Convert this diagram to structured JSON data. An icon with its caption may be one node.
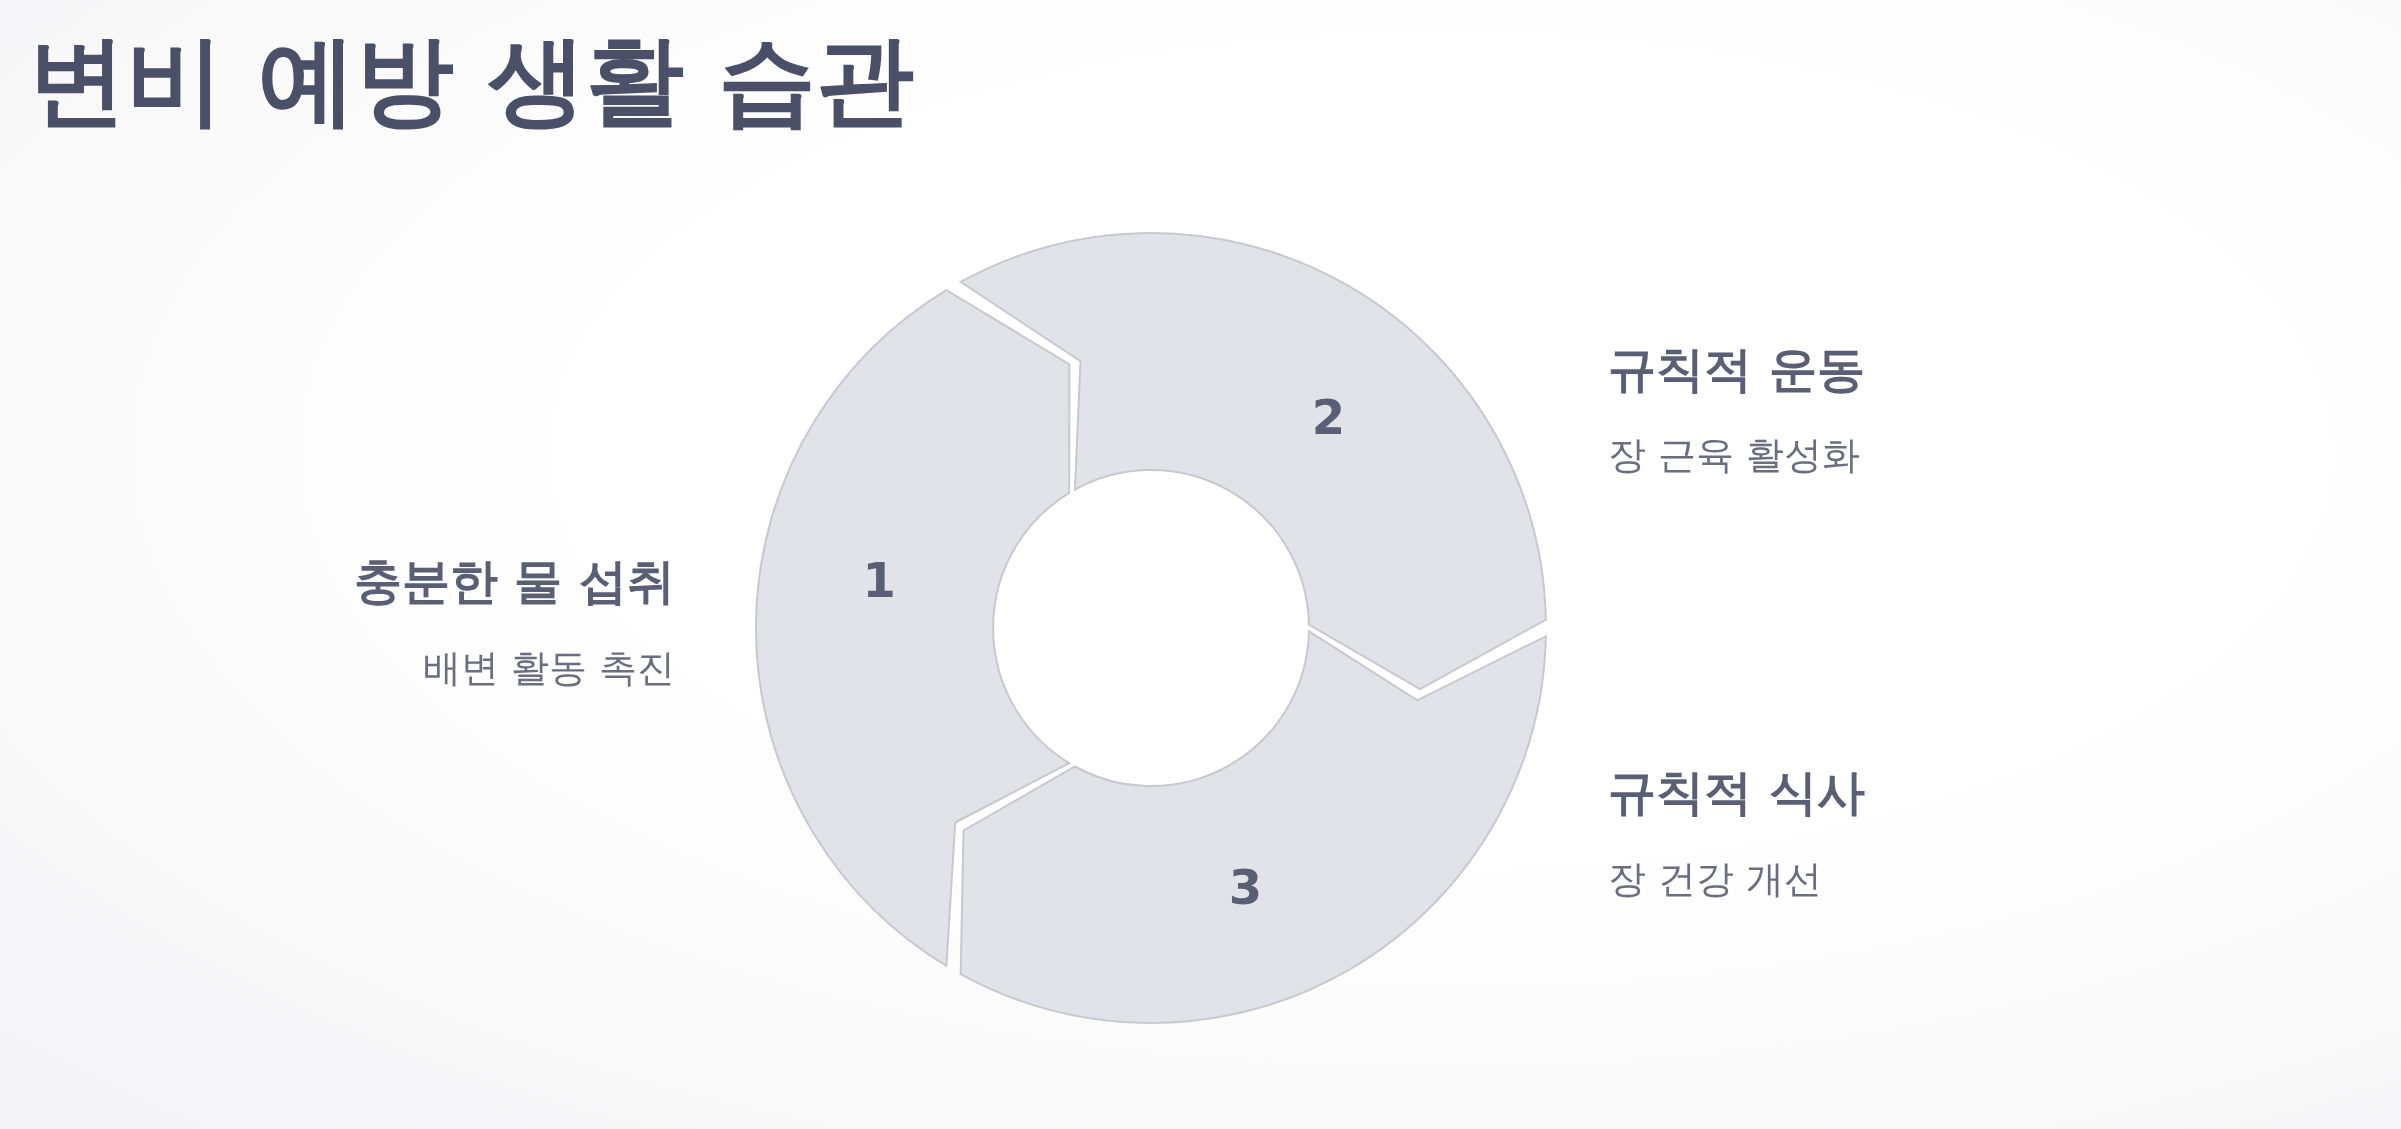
{
  "diagram": {
    "title": "변비 예방 생활 습관",
    "nodes": [
      {
        "text": [
          "1"
        ],
        "beside": [
          "충분한 물 섭취",
          "배변 활동 촉진"
        ]
      },
      {
        "text": [
          "2"
        ],
        "beside": [
          "규칙적 운동",
          "장 근육 활성화"
        ]
      },
      {
        "text": [
          "3"
        ],
        "beside": [
          "규칙적 식사",
          "장 건강 개선"
        ]
      }
    ],
    "edges": []
  }
}
